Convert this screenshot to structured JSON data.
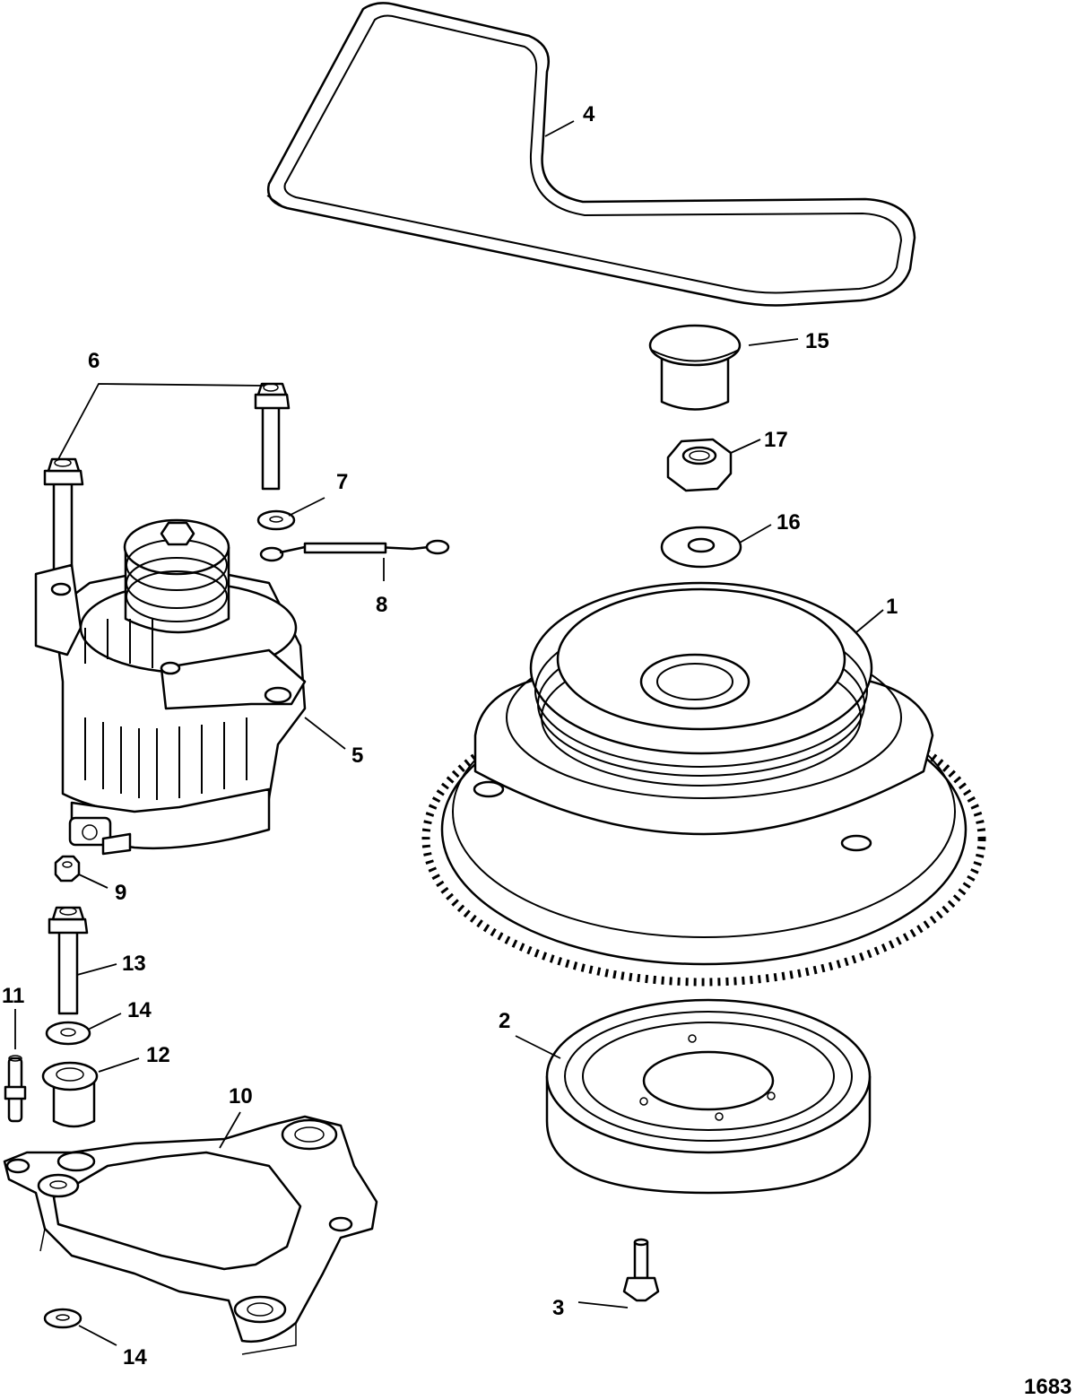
{
  "figure_number": "1683",
  "callouts": {
    "c1": "1",
    "c2": "2",
    "c3": "3",
    "c4": "4",
    "c5": "5",
    "c6": "6",
    "c7": "7",
    "c8": "8",
    "c9": "9",
    "c10": "10",
    "c11": "11",
    "c12": "12",
    "c13": "13",
    "c14a": "14",
    "c14b": "14",
    "c15": "15",
    "c16": "16",
    "c17": "17"
  }
}
